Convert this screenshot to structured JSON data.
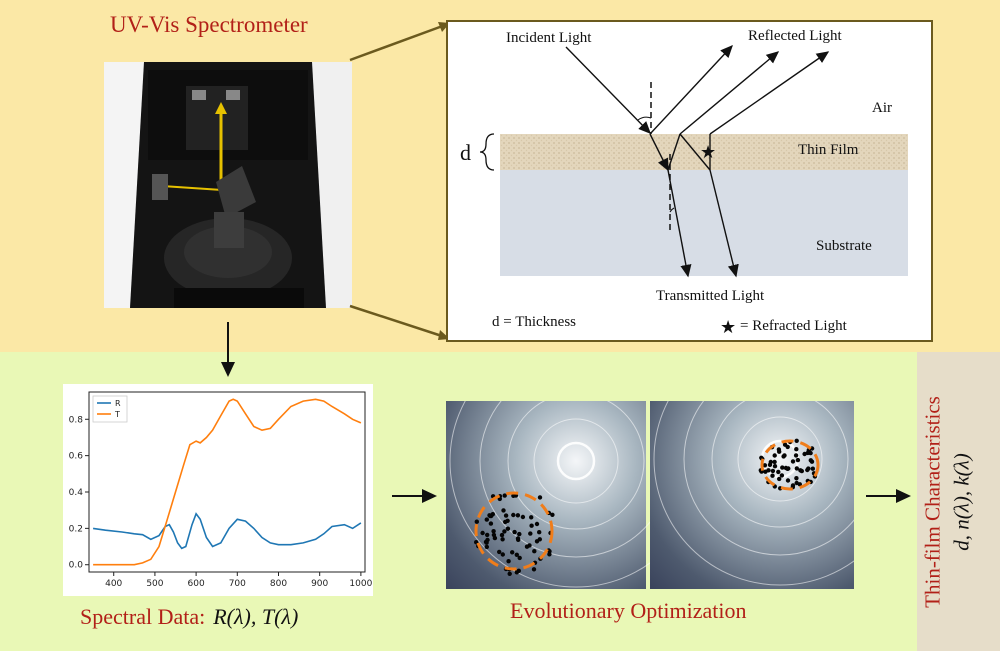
{
  "spectrometer": {
    "title": "UV-Vis Spectrometer"
  },
  "film_diagram": {
    "incident": "Incident Light",
    "reflected": "Reflected Light",
    "air": "Air",
    "thin_film": "Thin Film",
    "substrate": "Substrate",
    "transmitted": "Transmitted Light",
    "d_symbol": "d",
    "thickness_legend": "d = Thickness",
    "refracted_legend": "= Refracted Light",
    "star_glyph": "★"
  },
  "spectral": {
    "label": "Spectral Data:",
    "math": "R(λ), T(λ)"
  },
  "evolution": {
    "label": "Evolutionary Optimization"
  },
  "output": {
    "label": "Thin-film Characteristics",
    "math": "d, n(λ), k(λ)"
  },
  "colors": {
    "title_red": "#b22018",
    "series_R": "#1f77b4",
    "series_T": "#ff7f0e",
    "swarm_ring": "#f07d1a"
  },
  "chart_data": {
    "type": "line",
    "title": "",
    "xlabel": "",
    "ylabel": "",
    "xlim": [
      340,
      1010
    ],
    "ylim": [
      -0.04,
      0.95
    ],
    "xticks": [
      400,
      500,
      600,
      700,
      800,
      900,
      1000
    ],
    "yticks": [
      0.0,
      0.2,
      0.4,
      0.6,
      0.8
    ],
    "ytick_labels": [
      "0.0",
      "0.2",
      "0.4",
      "0.6",
      "0.8"
    ],
    "legend_position": "top-left",
    "grid": false,
    "series": [
      {
        "name": "R",
        "x": [
          350,
          380,
          420,
          450,
          470,
          490,
          510,
          525,
          535,
          545,
          555,
          565,
          575,
          590,
          600,
          610,
          625,
          640,
          660,
          680,
          700,
          720,
          740,
          760,
          780,
          800,
          830,
          860,
          890,
          910,
          930,
          960,
          980,
          1000
        ],
        "y": [
          0.2,
          0.19,
          0.18,
          0.17,
          0.165,
          0.14,
          0.16,
          0.21,
          0.22,
          0.18,
          0.12,
          0.09,
          0.1,
          0.22,
          0.28,
          0.25,
          0.15,
          0.1,
          0.12,
          0.2,
          0.25,
          0.24,
          0.2,
          0.15,
          0.12,
          0.11,
          0.11,
          0.12,
          0.14,
          0.17,
          0.21,
          0.22,
          0.2,
          0.23
        ]
      },
      {
        "name": "T",
        "x": [
          350,
          380,
          420,
          450,
          470,
          490,
          510,
          530,
          550,
          570,
          585,
          600,
          610,
          625,
          640,
          660,
          680,
          690,
          700,
          720,
          740,
          760,
          780,
          800,
          830,
          860,
          890,
          910,
          930,
          960,
          980,
          1000
        ],
        "y": [
          0.0,
          0.0,
          0.0,
          0.0,
          0.01,
          0.03,
          0.1,
          0.25,
          0.4,
          0.55,
          0.66,
          0.68,
          0.67,
          0.7,
          0.74,
          0.82,
          0.9,
          0.91,
          0.9,
          0.83,
          0.76,
          0.74,
          0.75,
          0.8,
          0.87,
          0.9,
          0.91,
          0.9,
          0.87,
          0.83,
          0.8,
          0.78
        ]
      }
    ]
  }
}
